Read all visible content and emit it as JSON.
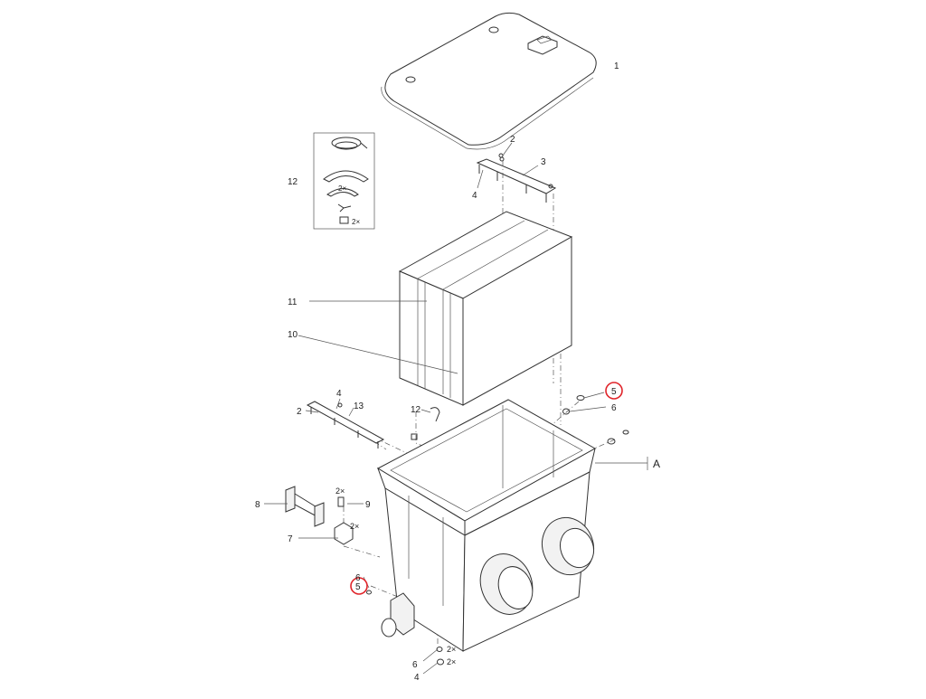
{
  "diagram": {
    "accent_color": "#e0252b",
    "labels": {
      "cover": "1",
      "bracket_pin_top": "2",
      "bracket_top": "3",
      "bracket_screw_top": "4",
      "clip_kit": "12",
      "clip_kit_qty_a": "2×",
      "clip_kit_qty_b": "2×",
      "filter_front": "11",
      "filter_back": "10",
      "screw_right": "5",
      "washer_right": "6",
      "screw_left_mid": "4",
      "pin_left_mid": "2",
      "bracket_mid": "13",
      "hook_mid": "12",
      "housing": "A",
      "bolt_qty": "2×",
      "bolt": "9",
      "pipe": "8",
      "clamp_qty": "2×",
      "clamp": "7",
      "washer_left": "6",
      "screw_left": "5",
      "washer_bottom": "6",
      "washer_bottom_qty": "2×",
      "screw_bottom": "4",
      "screw_bottom_qty": "2×"
    }
  }
}
